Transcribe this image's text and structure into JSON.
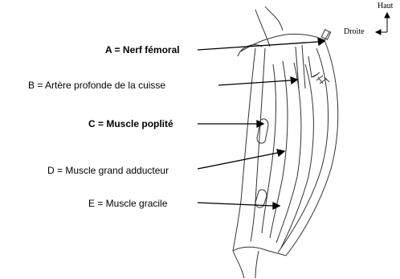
{
  "orientation": {
    "up": "Haut",
    "right": "Droite"
  },
  "labels": [
    {
      "id": "A",
      "text": "A = Nerf fémoral",
      "bold": true
    },
    {
      "id": "B",
      "text": "B = Artère profonde de la cuisse",
      "bold": false
    },
    {
      "id": "C",
      "text": "C = Muscle poplité",
      "bold": true
    },
    {
      "id": "D",
      "text": "D = Muscle grand adducteur",
      "bold": false
    },
    {
      "id": "E",
      "text": "E = Muscle gracile",
      "bold": false
    }
  ]
}
